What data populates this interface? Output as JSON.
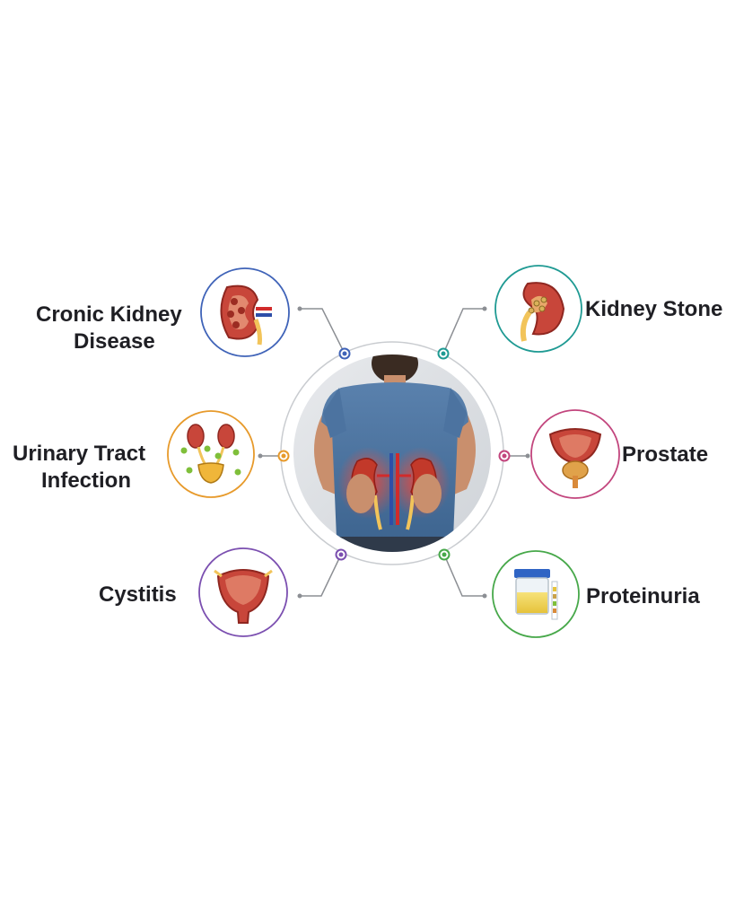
{
  "diagram": {
    "nodes": [
      {
        "id": "ckd",
        "lines": [
          "Cronic Kidney",
          "Disease"
        ],
        "icon": "kidney-cross-section-icon",
        "ring_color": "#3f63b8"
      },
      {
        "id": "uti",
        "lines": [
          "Urinary Tract",
          "Infection"
        ],
        "icon": "urinary-tract-bacteria-icon",
        "ring_color": "#e79a2b"
      },
      {
        "id": "cystitis",
        "lines": [
          "Cystitis"
        ],
        "icon": "bladder-icon",
        "ring_color": "#7b4fb0"
      },
      {
        "id": "stone",
        "lines": [
          "Kidney Stone"
        ],
        "icon": "kidney-stone-icon",
        "ring_color": "#1f9a93"
      },
      {
        "id": "prostate",
        "lines": [
          "Prostate"
        ],
        "icon": "prostate-icon",
        "ring_color": "#c2457d"
      },
      {
        "id": "proteinuria",
        "lines": [
          "Proteinuria"
        ],
        "icon": "urine-sample-cup-icon",
        "ring_color": "#47a84a"
      }
    ],
    "center_image": "man-back-pain-kidneys-icon"
  }
}
